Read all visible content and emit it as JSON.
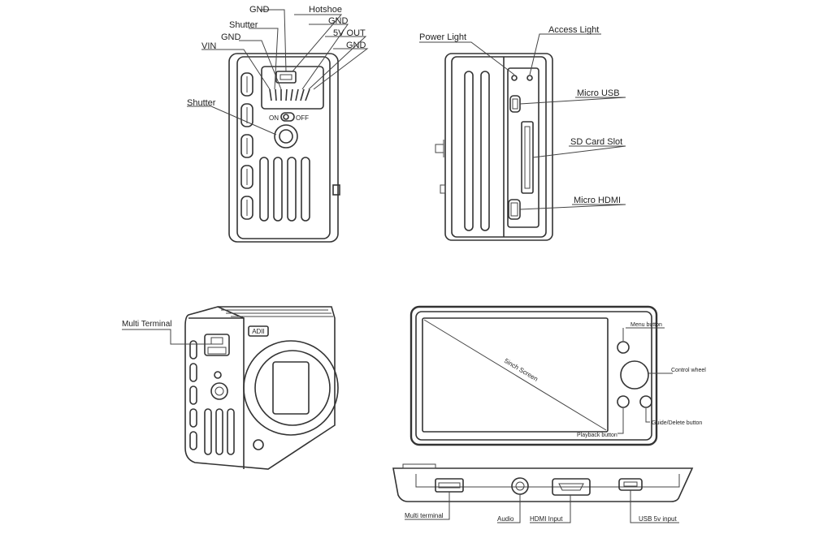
{
  "top_left": {
    "labels": {
      "gnd_top": "GND",
      "hotshoe": "Hotshoe",
      "shutter_top": "Shutter",
      "gnd_right1": "GND",
      "gnd_left": "GND",
      "five_v_out": "5V OUT",
      "vin": "VIN",
      "gnd_right2": "GND",
      "shutter_side": "Shutter",
      "switch_on": "ON",
      "switch_off": "OFF"
    }
  },
  "top_right": {
    "labels": {
      "power_light": "Power Light",
      "access_light": "Access Light",
      "micro_usb": "Micro USB",
      "sd_card_slot": "SD Card Slot",
      "micro_hdmi": "Micro HDMI"
    }
  },
  "bottom_left": {
    "labels": {
      "multi_terminal": "Multi Terminal",
      "logo": "ADII"
    }
  },
  "bottom_right": {
    "labels": {
      "screen": "5inch Screen",
      "menu_button": "Menu button",
      "control_wheel": "Control wheel",
      "guide_delete_button": "Guide/Delete button",
      "playback_button": "Playback button",
      "multi_terminal": "Multi terminal",
      "audio": "Audio",
      "hdmi_input": "HDMI Input",
      "usb_5v_input": "USB 5v input"
    }
  }
}
